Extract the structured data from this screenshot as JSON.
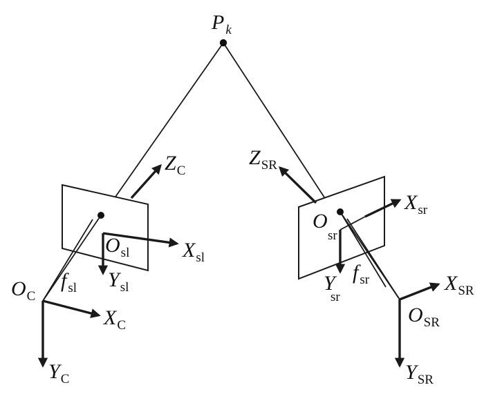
{
  "labels": {
    "pk": {
      "main": "P",
      "sub": "k"
    },
    "zc": {
      "main": "Z",
      "sub": "C"
    },
    "zsr": {
      "main": "Z",
      "sub": "SR"
    },
    "osl": {
      "main": "O",
      "sub": "sl"
    },
    "xsl": {
      "main": "X",
      "sub": "sl"
    },
    "ysl": {
      "main": "Y",
      "sub": "sl"
    },
    "fsl": {
      "main": "f",
      "sub": "sl"
    },
    "oc": {
      "main": "O",
      "sub": "C"
    },
    "xc": {
      "main": "X",
      "sub": "C"
    },
    "yc": {
      "main": "Y",
      "sub": "C"
    },
    "osr": {
      "main": "O",
      "sub": "sr"
    },
    "xsr": {
      "main": "X",
      "sub": "sr"
    },
    "ysr": {
      "main": "Y",
      "sub": "sr"
    },
    "fsr": {
      "main": "f",
      "sub": "sr"
    },
    "osr2": {
      "main": "O",
      "sub": "SR"
    },
    "xsr2": {
      "main": "X",
      "sub": "SR"
    },
    "ysr2": {
      "main": "Y",
      "sub": "SR"
    }
  }
}
